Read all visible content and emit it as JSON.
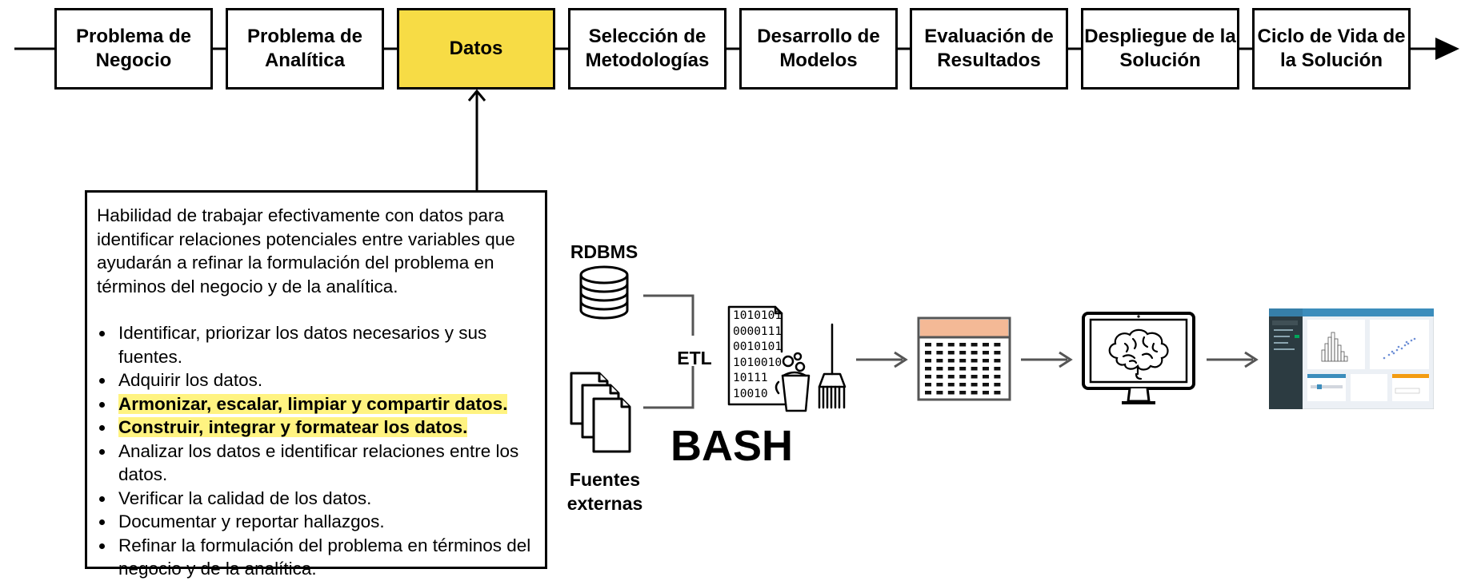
{
  "pipeline": {
    "stages": [
      {
        "label": "Problema de\nNegocio"
      },
      {
        "label": "Problema de\nAnalítica"
      },
      {
        "label": "Datos"
      },
      {
        "label": "Selección de\nMetodologías"
      },
      {
        "label": "Desarrollo de\nModelos"
      },
      {
        "label": "Evaluación de\nResultados"
      },
      {
        "label": "Despliegue de la\nSolución"
      },
      {
        "label": "Ciclo de Vida de\nla Solución"
      }
    ],
    "active_stage": "Datos",
    "active_color": "#f7dc45"
  },
  "description": {
    "intro": "Habilidad de trabajar efectivamente con datos para identificar relaciones potenciales entre variables que ayudarán a refinar la formulación del problema en términos del negocio y de la analítica.",
    "items": [
      {
        "text": "Identificar, priorizar los datos necesarios y sus fuentes."
      },
      {
        "text": "Adquirir los datos."
      },
      {
        "text": "Armonizar, escalar, limpiar y compartir datos."
      },
      {
        "text": "Construir, integrar y formatear los datos."
      },
      {
        "text": "Analizar los datos e identificar relaciones entre los datos."
      },
      {
        "text": "Verificar la calidad de los datos."
      },
      {
        "text": "Documentar y reportar hallazgos."
      },
      {
        "text": "Refinar la formulación del problema en términos del negocio y de la analítica."
      }
    ],
    "highlight_color": "#fff381"
  },
  "flow": {
    "rdbms_label": "RDBMS",
    "external_label": "Fuentes\nexternas",
    "etl_label": "ETL",
    "bash_label": "BASH",
    "binary_lines": [
      "1010101",
      "0000111",
      "0010101",
      "1010010",
      "10111",
      "10010"
    ],
    "icons": [
      "database-icon",
      "documents-icon",
      "data-cleaning-icon",
      "table-icon",
      "monitor-brain-icon",
      "dashboard-icon"
    ],
    "table_header_color": "#f4b996",
    "dashboard_header_color": "#3c8dbc",
    "dashboard_sidebar_color": "#2c3b41"
  }
}
